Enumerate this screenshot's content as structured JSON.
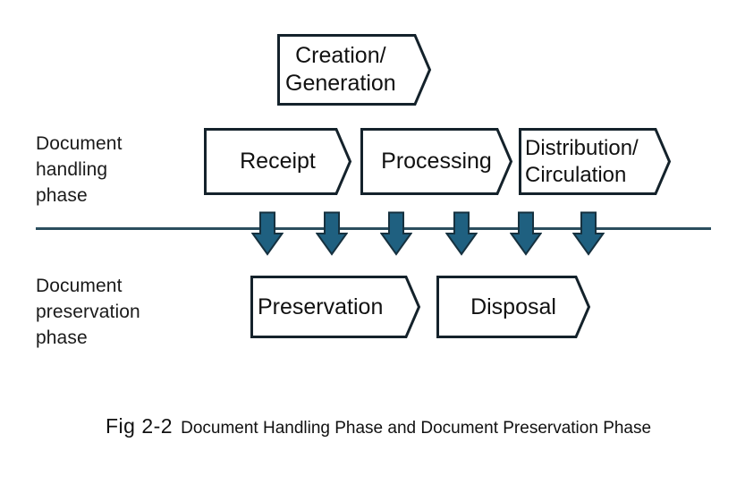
{
  "figure": {
    "caption_label": "Fig 2-2",
    "caption_text": "Document Handling Phase and Document Preservation Phase"
  },
  "colors": {
    "arrow_fill": "#1f6080",
    "arrow_stroke": "#16313f",
    "axis_line": "#2b4e5e",
    "box_stroke": "#14222b",
    "box_fill": "#ffffff",
    "text": "#111111"
  },
  "rows": {
    "handling": {
      "label": "Document\nhandling\nphase"
    },
    "preservation": {
      "label": "Document\npreservation\nphase"
    }
  },
  "boxes": {
    "creation": {
      "label": "Creation/\nGeneration"
    },
    "receipt": {
      "label": "Receipt"
    },
    "processing": {
      "label": "Processing"
    },
    "distribution": {
      "label": "Distribution/\nCirculation"
    },
    "preservation": {
      "label": "Preservation"
    },
    "disposal": {
      "label": "Disposal"
    }
  },
  "arrows": {
    "count": 6,
    "x_positions": [
      281,
      353,
      425,
      498,
      570,
      640
    ],
    "direction": "down"
  }
}
